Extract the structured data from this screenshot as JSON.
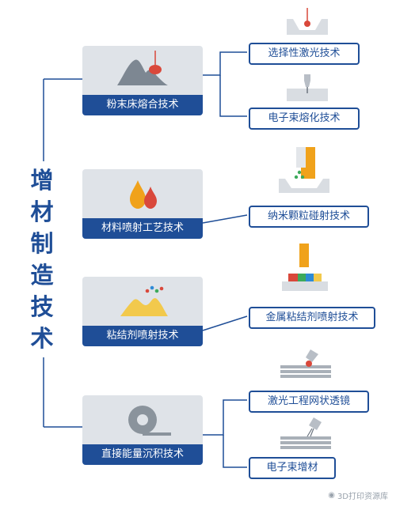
{
  "root": {
    "title_chars": [
      "增",
      "材",
      "制",
      "造",
      "技",
      "术"
    ]
  },
  "colors": {
    "primary": "#1f4e97",
    "card_bg": "#dfe3e8",
    "laser_red": "#d9483b",
    "droplet_orange": "#f0a21b",
    "powder_yellow": "#f2c94c",
    "mountain_gray": "#7d8792"
  },
  "categories": [
    {
      "label": "粉末床熔合技术",
      "icon": "powder-mound-laser-icon",
      "techs": [
        {
          "label": "选择性激光技术",
          "icon": "laser-bowl-icon"
        },
        {
          "label": "电子束熔化技术",
          "icon": "electron-beam-icon"
        }
      ]
    },
    {
      "label": "材料喷射工艺技术",
      "icon": "droplets-icon",
      "techs": [
        {
          "label": "纳米颗粒碰射技术",
          "icon": "nanoparticle-jet-icon"
        }
      ]
    },
    {
      "label": "粘结剂喷射技术",
      "icon": "binder-powder-icon",
      "techs": [
        {
          "label": "金属粘结剂喷射技术",
          "icon": "metal-binder-jet-icon"
        }
      ]
    },
    {
      "label": "直接能量沉积技术",
      "icon": "wire-spool-icon",
      "techs": [
        {
          "label": "激光工程网状透镜",
          "icon": "laser-layers-icon"
        },
        {
          "label": "电子束增材",
          "icon": "electron-layers-icon"
        }
      ]
    }
  ],
  "watermark": {
    "text": "3D打印资源库",
    "icon": "weibo-icon"
  }
}
